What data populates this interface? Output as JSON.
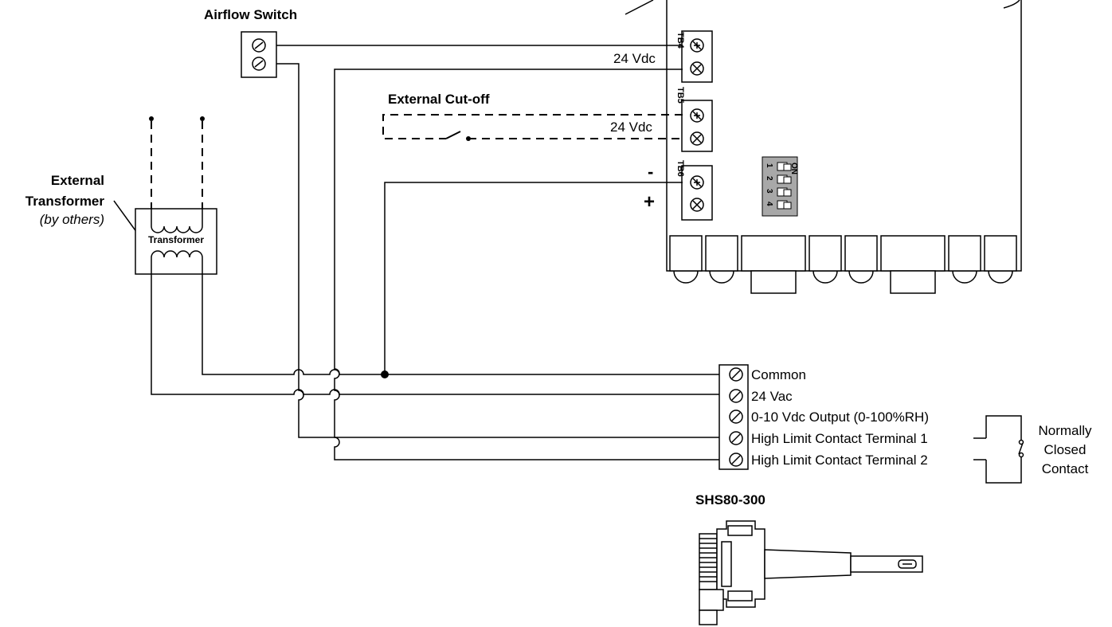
{
  "labels": {
    "airflow_switch": "Airflow Switch",
    "external_cutoff": "External Cut-off",
    "external_transformer_line1": "External",
    "external_transformer_line2": "Transformer",
    "by_others": "(by others)",
    "transformer": "Transformer",
    "supply_24vdc_tb4": "24 Vdc",
    "supply_24vdc_tb5": "24 Vdc",
    "tb4": "TB4",
    "tb5": "TB5",
    "tb6": "TB6",
    "minus": "-",
    "plus": "+",
    "dip_on": "ON",
    "dip_numbers": [
      "1",
      "2",
      "3",
      "4"
    ],
    "model": "SHS80-300",
    "normally_closed_line1": "Normally",
    "normally_closed_line2": "Closed",
    "normally_closed_line3": "Contact"
  },
  "terminals": [
    "Common",
    "24 Vac",
    "0-10 Vdc Output (0-100%RH)",
    "High Limit Contact Terminal 1",
    "High Limit Contact Terminal 2"
  ],
  "colors": {
    "line": "#000000",
    "dip_switch_bg": "#a8a8a8",
    "background": "#ffffff"
  }
}
